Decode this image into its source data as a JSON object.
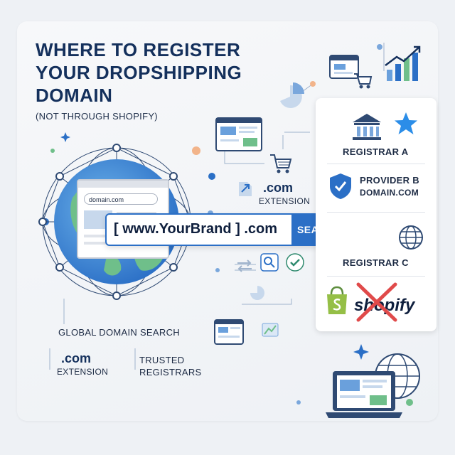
{
  "header": {
    "title": "WHERE TO REGISTER YOUR DROPSHIPPING DOMAIN",
    "subtitle": "(NOT THROUGH SHOPIFY)"
  },
  "search": {
    "query": "[ www.YourBrand ] .com",
    "button_label": "SEARCH",
    "url_bar_text": "domain.com"
  },
  "center": {
    "com_label": ".com",
    "extension_label": "EXTENSION"
  },
  "providers": [
    {
      "label": "REGISTRAR A",
      "icon": "bank-icon"
    },
    {
      "label": "PROVIDER B",
      "sublabel": "DOMAIN.COM",
      "icon": "shield-check-icon"
    },
    {
      "label": "REGISTRAR C",
      "icon": "globe-icon"
    },
    {
      "label": "shopify",
      "icon": "shopify-bag-icon",
      "crossed_out": true
    }
  ],
  "bottom": {
    "global_search": "GLOBAL DOMAIN SEARCH",
    "com_label": ".com",
    "extension_label": "EXTENSION",
    "trusted": "TRUSTED REGISTRARS"
  },
  "colors": {
    "navy": "#14305c",
    "blue": "#2b6fc6",
    "shopify_green": "#95bf47",
    "cross_red": "#e04a4a",
    "globe_green": "#6fbf8a"
  }
}
